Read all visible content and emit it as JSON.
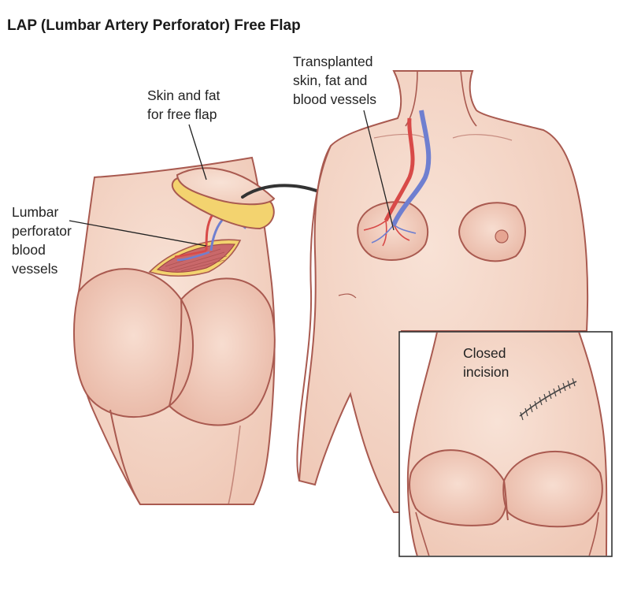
{
  "title": "LAP (Lumbar Artery Perforator) Free Flap",
  "labels": {
    "skin_fat": [
      "Skin and fat",
      "for  free flap"
    ],
    "lumbar": [
      "Lumbar",
      "perforator",
      "blood",
      "vessels"
    ],
    "transplanted": [
      "Transplanted",
      "skin, fat and",
      "blood vessels"
    ],
    "closed": [
      "Closed",
      "incision"
    ]
  },
  "colors": {
    "skin": "#f4d6c8",
    "skin_shadow": "#e8b9a8",
    "outline": "#a95a50",
    "fat": "#f3d36f",
    "muscle": "#c9686a",
    "artery": "#d84a48",
    "vein": "#6f7fd0",
    "arrow": "#333333",
    "inset_border": "#333333"
  },
  "icons": {
    "arrow": "curved-arrow-icon",
    "sutures": "suture-line-icon"
  }
}
